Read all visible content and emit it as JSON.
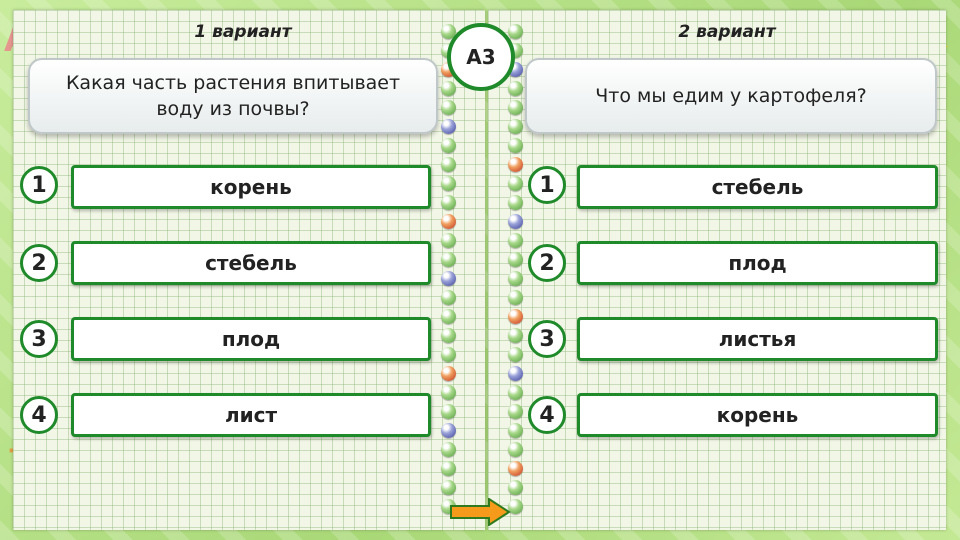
{
  "slide": {
    "number_label": "A3",
    "colors": {
      "accent_green": "#1f8a2a",
      "arrow_orange": "#f59a1a"
    }
  },
  "variant1": {
    "title": "1 вариант",
    "question": "Какая часть растения впитывает воду из почвы?",
    "answers": [
      {
        "num": "1",
        "text": "корень"
      },
      {
        "num": "2",
        "text": "стебель"
      },
      {
        "num": "3",
        "text": "плод"
      },
      {
        "num": "4",
        "text": "лист"
      }
    ]
  },
  "variant2": {
    "title": "2 вариант",
    "question": "Что мы едим у картофеля?",
    "answers": [
      {
        "num": "1",
        "text": "стебель"
      },
      {
        "num": "2",
        "text": "плод"
      },
      {
        "num": "3",
        "text": "листья"
      },
      {
        "num": "4",
        "text": "корень"
      }
    ]
  },
  "navigation": {
    "next_icon": "arrow-right-icon"
  }
}
